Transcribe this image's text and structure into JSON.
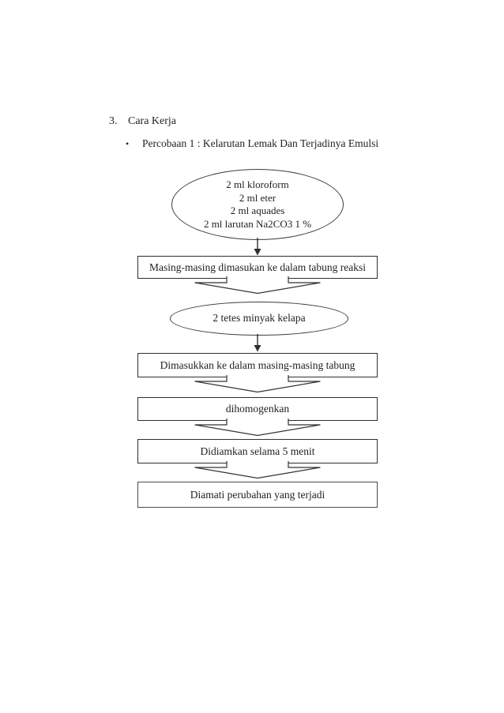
{
  "document": {
    "heading": {
      "number": "3.",
      "title": "Cara Kerja"
    },
    "bullet": {
      "marker": "•",
      "text": "Percobaan 1 : Kelarutan Lemak Dan Terjadinya Emulsi"
    }
  },
  "flowchart": {
    "source_mix": {
      "lines": [
        "2 ml kloroform",
        "2 ml eter",
        "2 ml aquades",
        "2 ml larutan Na2CO3 1 %"
      ]
    },
    "steps": {
      "insert_tubes": "Masing-masing dimasukan ke dalam tabung reaksi",
      "coconut_oil": "2 tetes minyak kelapa",
      "add_each_tube": "Dimasukkan ke dalam masing-masing tabung",
      "homogenize": "dihomogenkan",
      "rest_5_min": "Didiamkan selama 5 menit",
      "observe": "Diamati perubahan yang terjadi"
    }
  },
  "colors": {
    "ink": "#1f1f1f",
    "paper": "#ffffff",
    "line": "#2f2f2f"
  }
}
